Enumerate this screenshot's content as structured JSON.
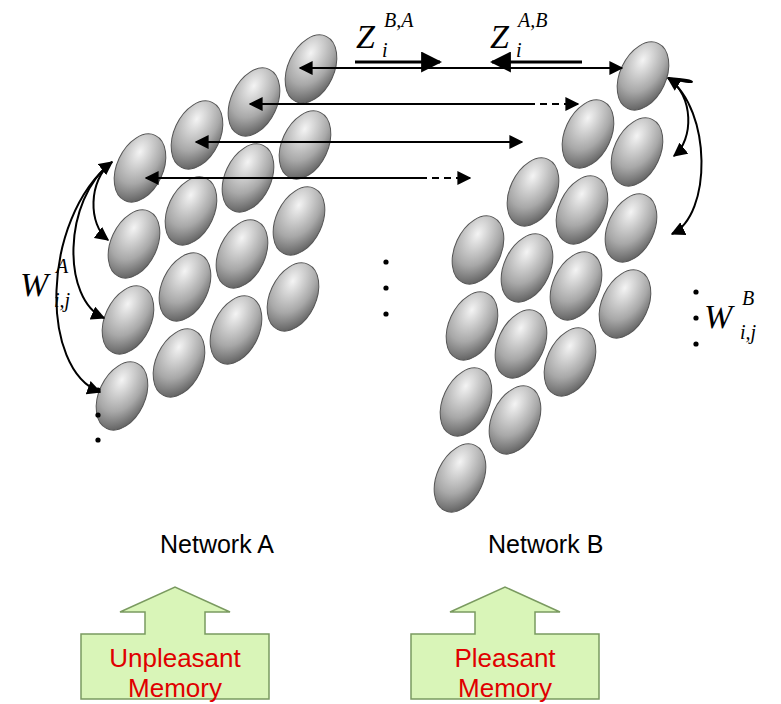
{
  "diagram": {
    "nodes": [
      {
        "text": [
          "Unpleasant Memory"
        ]
      },
      {
        "text": [
          "Pleasant Memory"
        ]
      }
    ],
    "labels": [
      "Z",
      "B,A",
      "i",
      "Z",
      "A,B",
      "i",
      "W",
      "A",
      "i,j",
      "W",
      "B",
      "i,j",
      "Network A",
      "Network B"
    ]
  }
}
